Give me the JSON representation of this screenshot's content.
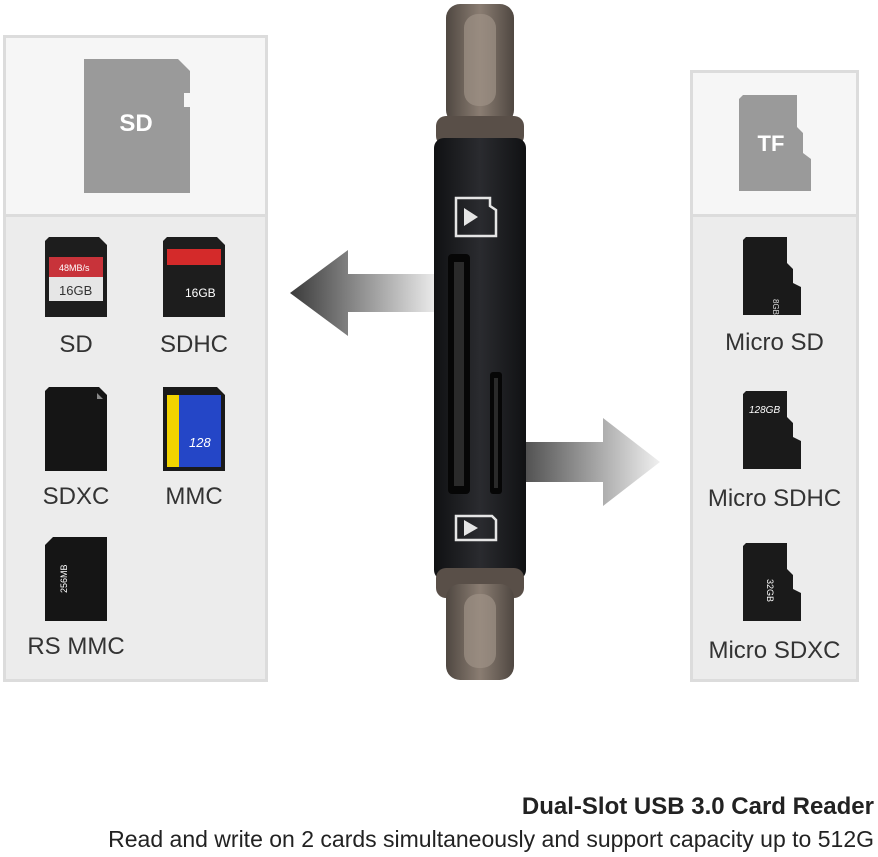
{
  "sd_panel": {
    "header_icon_label": "SD",
    "cards": [
      {
        "label": "SD",
        "icon": "sd-card-icon",
        "card_text": [
          "48MB/s",
          "16GB"
        ]
      },
      {
        "label": "SDHC",
        "icon": "sdhc-card-icon",
        "card_text": "16GB"
      },
      {
        "label": "SDXC",
        "icon": "sdxc-card-icon",
        "card_text": ""
      },
      {
        "label": "MMC",
        "icon": "mmc-card-icon",
        "card_text": "128"
      },
      {
        "label": "RS MMC",
        "icon": "rs-mmc-card-icon",
        "card_text": "256MB"
      }
    ]
  },
  "tf_panel": {
    "header_icon_label": "TF",
    "cards": [
      {
        "label": "Micro SD",
        "icon": "micro-sd-card-icon",
        "card_text": "8GB"
      },
      {
        "label": "Micro SDHC",
        "icon": "micro-sdhc-card-icon",
        "card_text": "128GB"
      },
      {
        "label": "Micro SDXC",
        "icon": "micro-sdxc-card-icon",
        "card_text": "32GB"
      }
    ]
  },
  "caption": {
    "title": "Dual-Slot USB 3.0 Card Reader",
    "subtitle": "Read and write on 2 cards simultaneously and support capacity up to 512G"
  },
  "colors": {
    "panel_border": "#dcdcdc",
    "panel_head": "#f6f6f6",
    "panel_body": "#ececec",
    "icon_gray": "#9a9a9a",
    "device_body": "#1c1d20",
    "connector": "#6e625a"
  }
}
